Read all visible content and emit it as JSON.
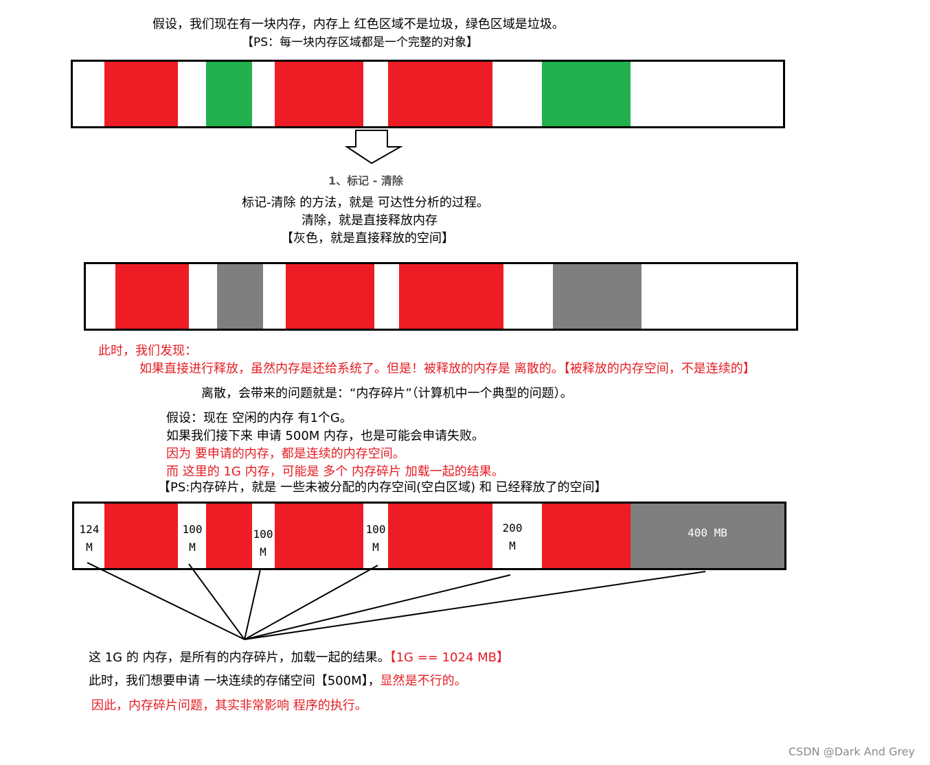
{
  "intro": {
    "line1": "假设，我们现在有一块内存，内存上 红色区域不是垃圾，绿色区域是垃圾。",
    "line2": "【PS：每一块内存区域都是一个完整的对象】"
  },
  "section": {
    "title": "1、标记 - 清除",
    "desc1": "标记-清除 的方法，就是 可达性分析的过程。",
    "desc2": "清除，就是直接释放内存",
    "desc3": "【灰色，就是直接释放的空间】"
  },
  "observation": {
    "line1": "此时，我们发现：",
    "line2": "如果直接进行释放，虽然内存是还给系统了。但是！被释放的内存是 离散的。【被释放的内存空间，不是连续的】",
    "line3": "离散，会带来的问题就是：“内存碎片”（计算机中一个典型的问题）。"
  },
  "example": {
    "line1": "假设：现在 空闲的内存 有1个G。",
    "line2": "如果我们接下来 申请 500M 内存，也是可能会申请失败。",
    "line3": "因为 要申请的内存，都是连续的内存空间。",
    "line4": "而 这里的 1G 内存，可能是 多个 内存碎片 加载一起的结果。",
    "line5": "【PS:内存碎片，就是 一些未被分配的内存空间(空白区域) 和 已经释放了的空间】"
  },
  "fragments": {
    "f1": [
      "124",
      "M"
    ],
    "f2": [
      "100",
      "M"
    ],
    "f3": [
      "100",
      "M"
    ],
    "f4": [
      "100",
      "M"
    ],
    "f5": [
      "200",
      "M"
    ],
    "f6": "400 MB"
  },
  "conclusion": {
    "line1a": "这 1G 的 内存，是所有的内存碎片，加载一起的结果。",
    "line1b": "【1G == 1024 MB】",
    "line2a": "此时，我们想要申请 一块连续的存储空间【500M】，",
    "line2b": "显然是不行的。",
    "line3": "因此，内存碎片问题，其实非常影响 程序的执行。"
  },
  "watermark": "CSDN @Dark And Grey",
  "colors": {
    "live": "#ee1c25",
    "garbage": "#22b14c",
    "freed": "#7f7f7f",
    "text_red": "#e51c23"
  }
}
